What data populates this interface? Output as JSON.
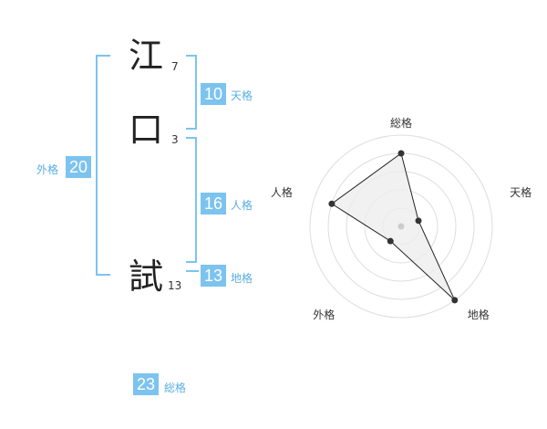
{
  "name": {
    "chars": [
      {
        "char": "江",
        "strokes": "7"
      },
      {
        "char": "口",
        "strokes": "3"
      },
      {
        "char": "試",
        "strokes": "13"
      }
    ]
  },
  "kakusu": {
    "tenkaku": {
      "value": "10",
      "label": "天格"
    },
    "jinkaku": {
      "value": "16",
      "label": "人格"
    },
    "chikaku": {
      "value": "13",
      "label": "地格"
    },
    "gaikaku": {
      "value": "20",
      "label": "外格"
    },
    "soukaku": {
      "value": "23",
      "label": "総格"
    }
  },
  "chart_data": {
    "type": "radar",
    "axes": [
      "総格",
      "天格",
      "地格",
      "外格",
      "人格"
    ],
    "values": [
      4,
      1,
      5,
      1,
      4
    ],
    "max": 5,
    "rings": 5,
    "colors": {
      "fill": "#eeeeee",
      "stroke": "#222222",
      "grid": "#dddddd",
      "point": "#333333",
      "center": "#cccccc"
    }
  }
}
